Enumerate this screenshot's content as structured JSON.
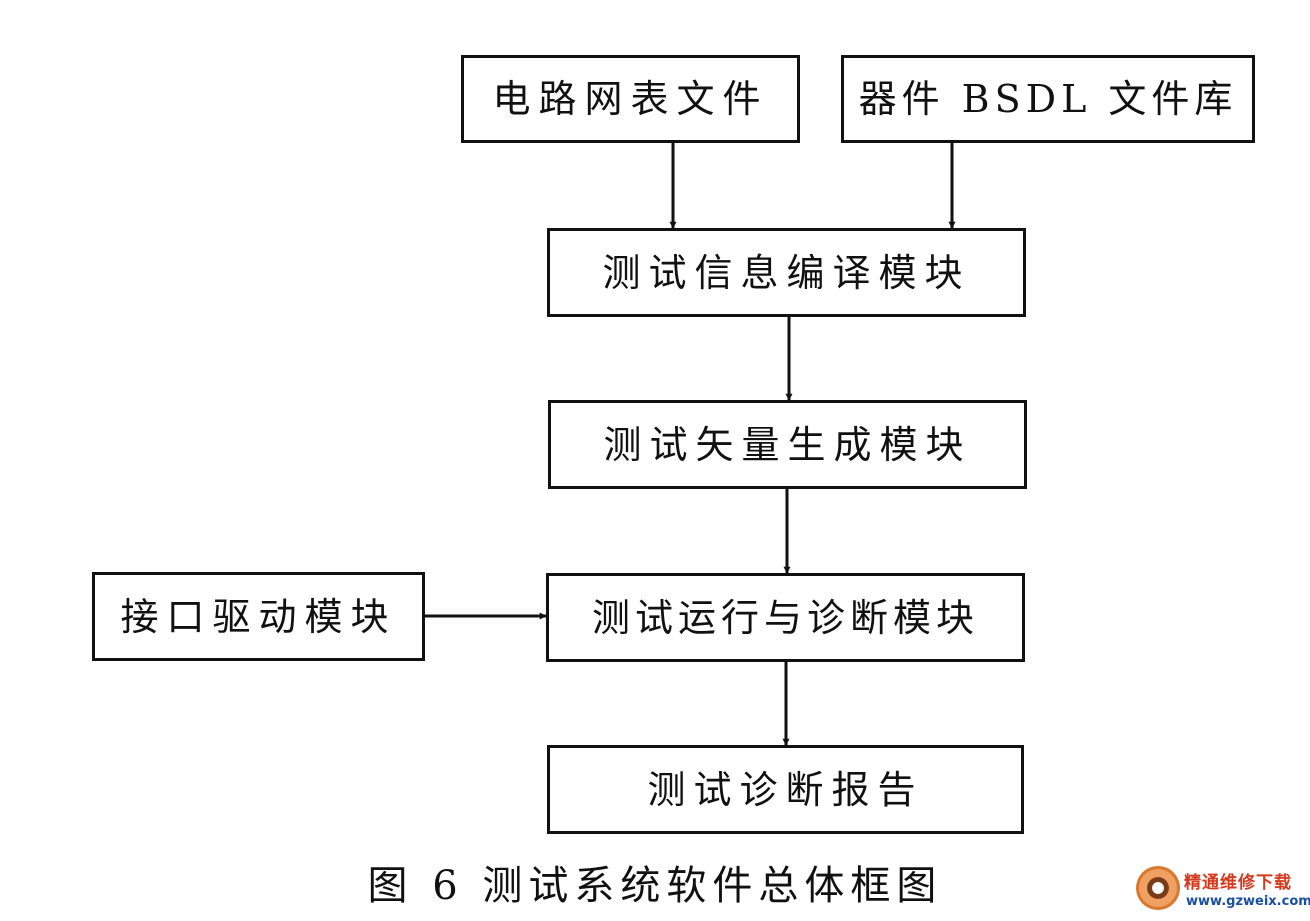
{
  "diagram": {
    "nodes": {
      "netlist": "电路网表文件",
      "bsdl_lib": "器件 BSDL 文件库",
      "compile": "测试信息编译模块",
      "vector_gen": "测试矢量生成模块",
      "interface": "接口驱动模块",
      "run_diag": "测试运行与诊断模块",
      "report": "测试诊断报告"
    },
    "edges": [
      {
        "from": "netlist",
        "to": "compile"
      },
      {
        "from": "bsdl_lib",
        "to": "compile"
      },
      {
        "from": "compile",
        "to": "vector_gen"
      },
      {
        "from": "vector_gen",
        "to": "run_diag"
      },
      {
        "from": "interface",
        "to": "run_diag"
      },
      {
        "from": "run_diag",
        "to": "report"
      }
    ],
    "caption": "图 6 测试系统软件总体框图"
  },
  "watermark": {
    "title": "精通维修下载",
    "url": "www.gzweix.com"
  }
}
